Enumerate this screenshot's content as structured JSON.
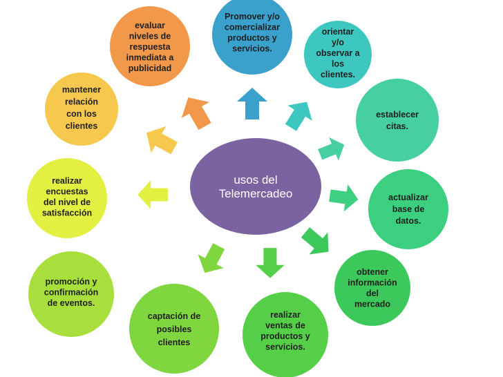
{
  "center": {
    "lines": [
      "usos del",
      "Telemercadeo"
    ],
    "color": "#7b62a0"
  },
  "nodes": [
    {
      "id": "promover",
      "lines": [
        "Promover y/o",
        "comercializar",
        "productos y",
        "servicios."
      ],
      "color": "#3aa0cc"
    },
    {
      "id": "orientar",
      "lines": [
        "orientar",
        "y/o",
        "observar  a",
        "los",
        "clientes."
      ],
      "color": "#3dc7c0"
    },
    {
      "id": "establecer",
      "lines": [
        "establecer",
        "citas."
      ],
      "color": "#45cfa3"
    },
    {
      "id": "actualizar",
      "lines": [
        "actualizar",
        "base de",
        "datos."
      ],
      "color": "#3ccf80"
    },
    {
      "id": "obtener",
      "lines": [
        "obtener",
        "información",
        "del",
        "mercado"
      ],
      "color": "#3dc85b"
    },
    {
      "id": "realizar-ventas",
      "lines": [
        "realizar",
        "ventas de",
        "productos y",
        "servicios."
      ],
      "color": "#56cf48"
    },
    {
      "id": "captacion",
      "lines": [
        "captación de",
        "posibles",
        "clientes"
      ],
      "color": "#7fd63f"
    },
    {
      "id": "promocion",
      "lines": [
        "promoción y",
        "confirmación",
        "de eventos."
      ],
      "color": "#a8df3c"
    },
    {
      "id": "encuestas",
      "lines": [
        "realizar",
        "encuestas",
        "del nivel de",
        "satisfacción"
      ],
      "color": "#e3f042"
    },
    {
      "id": "mantener",
      "lines": [
        "mantener",
        "relación",
        "con los",
        "clientes"
      ],
      "color": "#f6c84e"
    },
    {
      "id": "evaluar",
      "lines": [
        "evaluar",
        "niveles de",
        "respuesta",
        "inmediata a",
        "publicidad"
      ],
      "color": "#f2984a"
    }
  ],
  "arrows": [
    {
      "id": "promover",
      "color": "#3aa0cc"
    },
    {
      "id": "orientar",
      "color": "#3dc7c0"
    },
    {
      "id": "establecer",
      "color": "#45cfa3"
    },
    {
      "id": "actualizar",
      "color": "#3ccf80"
    },
    {
      "id": "obtener",
      "color": "#3dc85b"
    },
    {
      "id": "realizar-ventas",
      "color": "#56cf48"
    },
    {
      "id": "captacion",
      "color": "#7fd63f"
    },
    {
      "id": "encuestas",
      "color": "#e3f042"
    },
    {
      "id": "mantener",
      "color": "#f6c84e"
    },
    {
      "id": "evaluar",
      "color": "#f2984a"
    }
  ]
}
